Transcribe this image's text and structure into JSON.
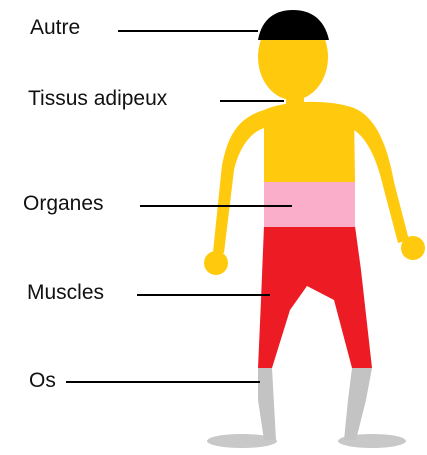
{
  "labels": {
    "autre": "Autre",
    "tissus_adipeux": "Tissus adipeux",
    "organes": "Organes",
    "muscles": "Muscles",
    "os": "Os"
  },
  "colors": {
    "autre": "#000000",
    "tissus_adipeux": "#FFC90E",
    "organes": "#FBAEC9",
    "muscles": "#ED1C24",
    "os": "#C3C3C3",
    "shadow": "#C8C8C8",
    "leader_line": "#000000"
  }
}
